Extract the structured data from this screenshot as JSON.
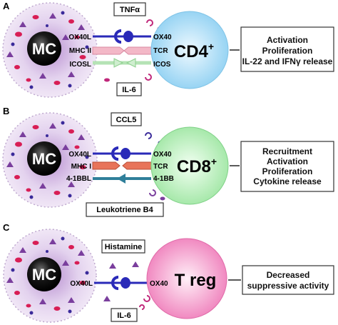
{
  "panels": [
    {
      "letter": "A",
      "mc_label": "MC",
      "top_label": "TNFα",
      "bottom_label": "IL-6",
      "mc_ligands": [
        "OX40L",
        "MHC II",
        "ICOSL"
      ],
      "t_receptors": [
        "OX40",
        "TCR",
        "ICOS"
      ],
      "tcell_main": "CD4",
      "tcell_sup": "+",
      "outcome": [
        "Activation",
        "Proliferation",
        "IL-22 and IFNγ release"
      ]
    },
    {
      "letter": "B",
      "mc_label": "MC",
      "top_label": "CCL5",
      "bottom_label": "Leukotriene B4",
      "mc_ligands": [
        "OX40L",
        "MHC I",
        "4-1BBL"
      ],
      "t_receptors": [
        "OX40",
        "TCR",
        "4-1BB"
      ],
      "tcell_main": "CD8",
      "tcell_sup": "+",
      "outcome": [
        "Recruitment",
        "Activation",
        "Proliferation",
        "Cytokine release"
      ]
    },
    {
      "letter": "C",
      "mc_label": "MC",
      "top_label": "Histamine",
      "bottom_label": "IL-6",
      "mc_ligands": [
        "OX40L"
      ],
      "t_receptors": [
        "OX40"
      ],
      "tcell_main": "T reg",
      "tcell_sup": "",
      "outcome": [
        "Decreased",
        "suppressive activity"
      ]
    }
  ],
  "colors": {
    "mc_fill": "#e6d6ee",
    "mc_core": "#111111",
    "ox40_line": "#2a2ab8",
    "cd4_fill": "#aadcf6",
    "cd8_fill": "#bff0c0",
    "treg_fill": "#f6a6cf",
    "granule_red": "#d81e55",
    "granule_purple": "#7a3e9d",
    "mhc_pink": "#f3b8c7",
    "icos_green": "#cfeecf",
    "tcr_red": "#e8745a",
    "bb_teal": "#2f7f9a"
  }
}
